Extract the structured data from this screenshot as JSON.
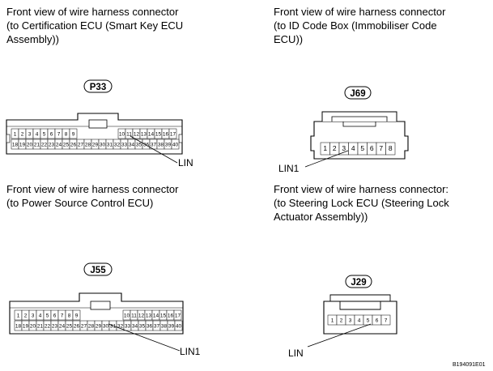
{
  "captions": {
    "p33": [
      "Front view of wire harness connector",
      "(to Certification ECU (Smart Key ECU",
      "Assembly))"
    ],
    "j69": [
      "Front view of wire harness connector",
      "(to ID Code Box (Immobiliser Code",
      "ECU))"
    ],
    "j55": [
      "Front view of wire harness connector",
      "(to Power Source Control ECU)"
    ],
    "j29": [
      "Front view of wire harness connector:",
      "(to Steering Lock ECU (Steering Lock",
      "Actuator Assembly))"
    ]
  },
  "connectors": {
    "p33": {
      "label": "P33",
      "row1_left": [
        "1",
        "2",
        "3",
        "4",
        "5",
        "6",
        "7",
        "8",
        "9"
      ],
      "row1_right": [
        "10",
        "11",
        "12",
        "13",
        "14",
        "15",
        "16",
        "17"
      ],
      "row2": [
        "18",
        "19",
        "20",
        "21",
        "22",
        "23",
        "24",
        "25",
        "26",
        "27",
        "28",
        "29",
        "30",
        "31",
        "32",
        "33",
        "34",
        "35",
        "36",
        "37",
        "38",
        "39",
        "40"
      ],
      "callout": "LIN"
    },
    "j69": {
      "label": "J69",
      "pins": [
        "1",
        "2",
        "3",
        "4",
        "5",
        "6",
        "7",
        "8"
      ],
      "callout": "LIN1"
    },
    "j55": {
      "label": "J55",
      "row1_left": [
        "1",
        "2",
        "3",
        "4",
        "5",
        "6",
        "7",
        "8",
        "9"
      ],
      "row1_right": [
        "10",
        "11",
        "12",
        "13",
        "14",
        "15",
        "16",
        "17"
      ],
      "row2": [
        "18",
        "19",
        "20",
        "21",
        "22",
        "23",
        "24",
        "25",
        "26",
        "27",
        "28",
        "29",
        "30",
        "31",
        "32",
        "33",
        "34",
        "35",
        "36",
        "37",
        "38",
        "39",
        "40"
      ],
      "callout": "LIN1"
    },
    "j29": {
      "label": "J29",
      "pins": [
        "1",
        "2",
        "3",
        "4",
        "5",
        "6",
        "7"
      ],
      "callout": "LIN"
    }
  },
  "figure_code": "B194091E01"
}
